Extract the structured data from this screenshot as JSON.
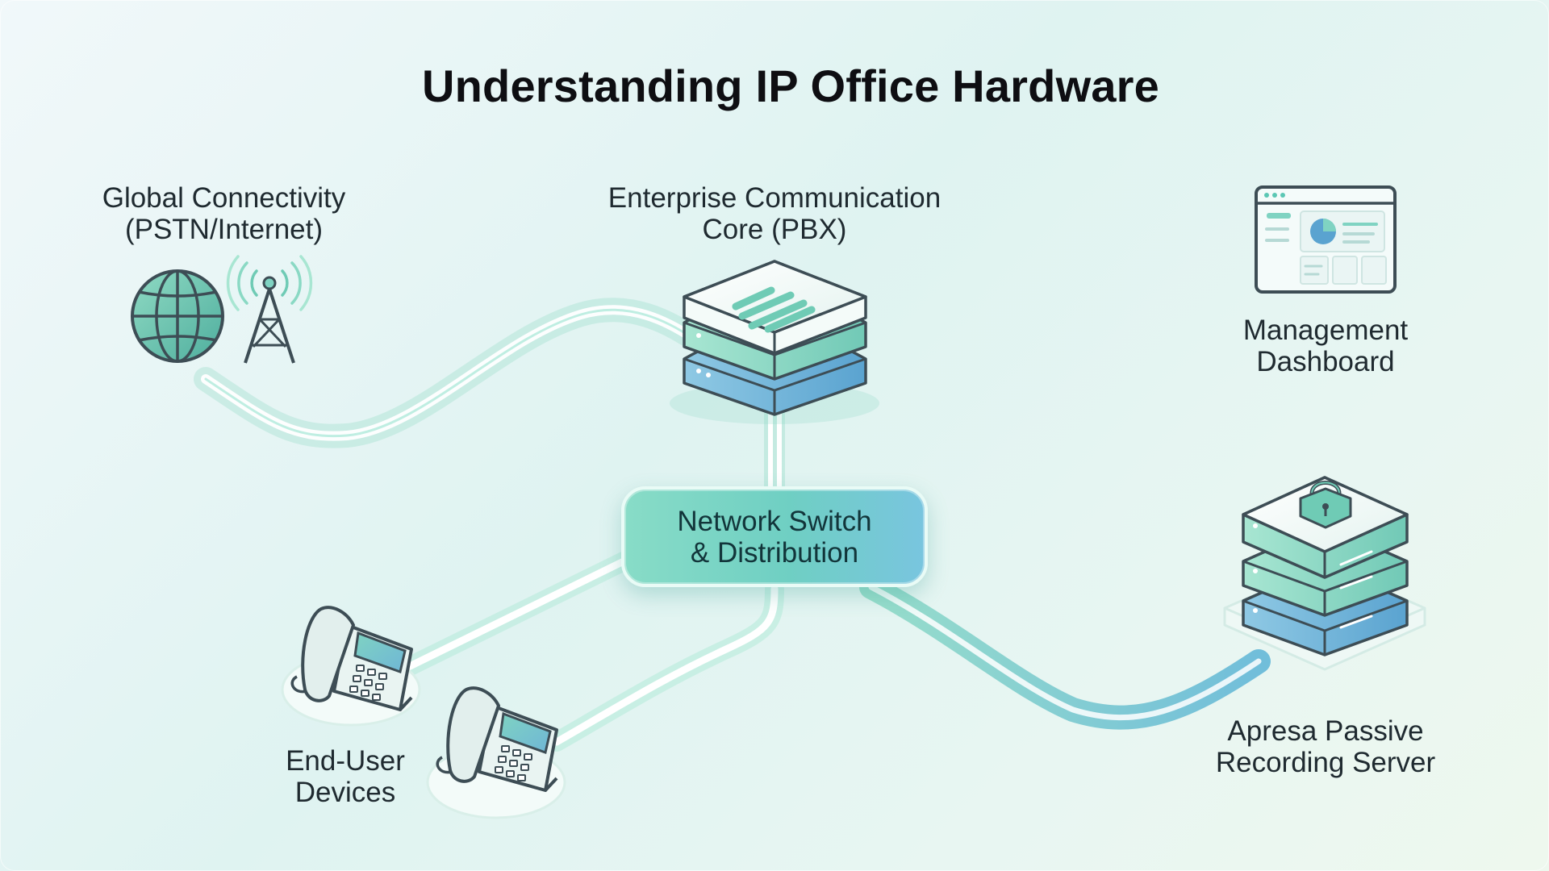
{
  "title": "Understanding IP Office Hardware",
  "nodes": {
    "connectivity": {
      "label_line1": "Global Connectivity",
      "label_line2": "(PSTN/Internet)"
    },
    "pbx": {
      "label_line1": "Enterprise Communication",
      "label_line2": "Core (PBX)"
    },
    "dashboard": {
      "label_line1": "Management",
      "label_line2": "Dashboard"
    },
    "switch": {
      "label_line1": "Network Switch",
      "label_line2": "& Distribution"
    },
    "devices": {
      "label_line1": "End-User",
      "label_line2": "Devices"
    },
    "recorder": {
      "label_line1": "Apresa Passive",
      "label_line2": "Recording Server"
    }
  },
  "colors": {
    "accent_teal": "#5bc7b4",
    "accent_blue": "#5aa3d0",
    "outline": "#3d4d55",
    "text": "#1f2a30"
  }
}
